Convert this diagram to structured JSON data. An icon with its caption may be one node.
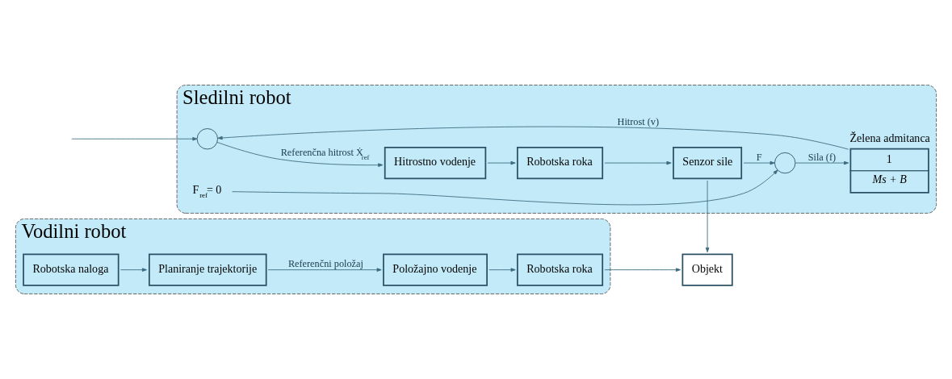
{
  "diagram": {
    "nodes": [
      {
        "text": [
          "Vodilni robot"
        ]
      },
      {
        "text": [
          "Robotska naloga"
        ],
        "in": 0
      },
      {
        "text": [
          "Planiranje trajektorije"
        ],
        "in": 0
      },
      {
        "text": [
          "Položajno vodenje"
        ],
        "in": 0
      },
      {
        "text": [
          "Robotska roka"
        ],
        "in": 0
      },
      {
        "text": [
          "Objekt"
        ]
      },
      {
        "text": [
          "Sledilni robot"
        ]
      },
      {
        "text": [],
        "shape": "circle",
        "in": 6
      },
      {
        "text": [
          "Hitrostno vodenje"
        ],
        "in": 6
      },
      {
        "text": [
          "Robotska roka"
        ],
        "in": 6
      },
      {
        "text": [
          "Senzor sile"
        ],
        "in": 6
      },
      {
        "text": [],
        "shape": "circle",
        "in": 6
      },
      {
        "text": [
          "1",
          "Ms + B"
        ],
        "beside": [
          "Želena admitanca"
        ],
        "in": 6
      },
      {
        "text": [
          "F$_{ref}$= 0"
        ],
        "in": 6
      }
    ],
    "edges": [
      {
        "from": 1,
        "to": 2,
        "arrow": "to"
      },
      {
        "from": 2,
        "to": 3,
        "arrow": "to",
        "label": "Referenčni položaj"
      },
      {
        "from": 3,
        "to": 4,
        "arrow": "to"
      },
      {
        "from": 4,
        "to": 5,
        "arrow": "to"
      },
      {
        "from": null,
        "to": 7,
        "arrow": "to"
      },
      {
        "from": 7,
        "to": 8,
        "arrow": "to",
        "label": "Referenčna hitrost Ẋ$_{ref}$"
      },
      {
        "from": 8,
        "to": 9,
        "arrow": "to"
      },
      {
        "from": 9,
        "to": 10,
        "arrow": "to"
      },
      {
        "from": 10,
        "to": 5,
        "arrow": "to"
      },
      {
        "from": 10,
        "to": 11,
        "arrow": "to",
        "label": "F"
      },
      {
        "from": 13,
        "to": 11,
        "arrow": "to"
      },
      {
        "from": 11,
        "to": 12,
        "arrow": "to",
        "label": "Sila (f)"
      },
      {
        "from": 12,
        "to": 7,
        "arrow": "to",
        "label": "Hitrost (v)"
      }
    ]
  }
}
